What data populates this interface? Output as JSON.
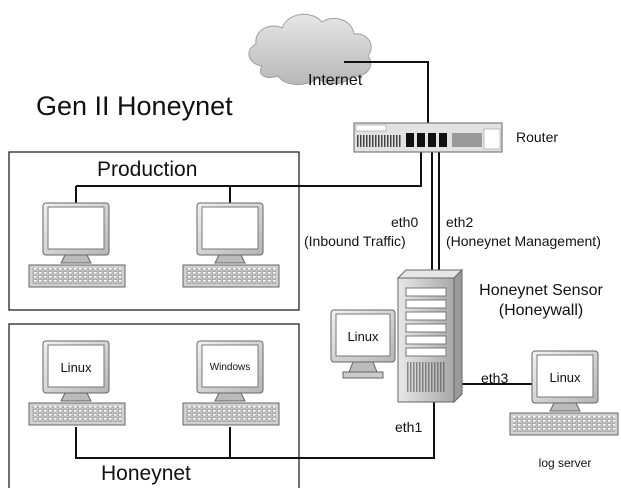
{
  "title": "Gen II Honeynet",
  "cloud_label": "Internet",
  "router_label": "Router",
  "production": {
    "label": "Production"
  },
  "honeynet": {
    "label": "Honeynet",
    "screens": [
      "Linux",
      "Windows"
    ]
  },
  "interfaces": {
    "eth0": "eth0",
    "eth0_desc": "(Inbound Traffic)",
    "eth2": "eth2",
    "eth2_desc": "(Honeynet Management)",
    "eth1": "eth1",
    "eth3": "eth3"
  },
  "sensor": {
    "line1": "Honeynet Sensor",
    "line2": "(Honeywall)"
  },
  "standalone_screen": "Linux",
  "log_server": {
    "screen": "Linux",
    "label": "log server"
  },
  "colors": {
    "line": "#111111",
    "cloud": "#cfcfcf",
    "monitor_body": "#d8d8d8",
    "screen": "#ffffff",
    "tower": "#c8c8c8"
  }
}
